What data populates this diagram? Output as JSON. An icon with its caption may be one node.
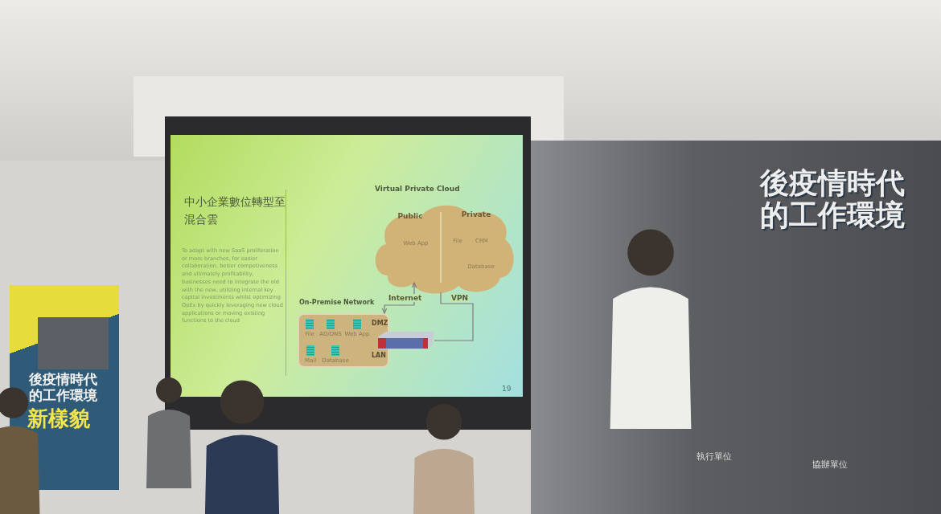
{
  "diagram": {
    "title": "中小企業數位轉型至混合雲",
    "nodes": [
      {
        "text": [
          "Virtual Private Cloud"
        ]
      },
      {
        "text": [
          "Public"
        ],
        "in": 0
      },
      {
        "text": [
          "Private"
        ],
        "in": 0
      },
      {
        "text": [
          "Web App"
        ],
        "in": 1
      },
      {
        "text": [
          "File"
        ],
        "in": 2
      },
      {
        "text": [
          "CRM"
        ],
        "in": 2
      },
      {
        "text": [
          "Database"
        ],
        "in": 2
      },
      {
        "text": [
          "On-Premise Network",
          "DMZ",
          "LAN"
        ]
      },
      {
        "text": [
          "File"
        ],
        "in": 7
      },
      {
        "text": [
          "AD/DNS"
        ],
        "in": 7
      },
      {
        "text": [
          "Web App"
        ],
        "in": 7
      },
      {
        "text": [
          "Mail"
        ],
        "in": 7
      },
      {
        "text": [
          "Database"
        ],
        "in": 7
      },
      {
        "text": [],
        "shape": "picture"
      }
    ],
    "edges": [
      {
        "from": 7,
        "to": 0,
        "arrow": "both",
        "label": "Internet"
      },
      {
        "from": 13,
        "to": 0,
        "arrow": "none",
        "label": "VPN"
      }
    ],
    "labels": [
      "To adapt with new SaaS proliferation or more branches, for easier collaboration, better competiveness and ultimately profitability, businesses need to integrate the old with the new, utilizing internal key capital investments whilst optimizing OpEx by quickly leveraging new cloud applications or moving existing functions to the cloud",
      "19",
      "後疫情時代的工作環境",
      "後疫情時代的工作環境",
      "新樣貌",
      "執行單位",
      "協辦單位"
    ]
  }
}
